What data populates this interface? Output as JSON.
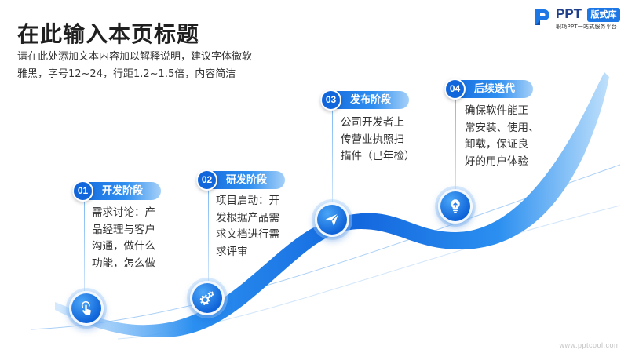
{
  "title": "在此输入本页标题",
  "subtitle_lines": [
    "请在此处添加文本内容加以解释说明，建议字体微软",
    "雅黑，字号12~24，行距1.2~1.5倍，内容简洁"
  ],
  "logo": {
    "mark_icon": "ppt-logo-mark-icon",
    "text": "PPT",
    "badge": "版式库",
    "tagline": "职场PPT一站式服务平台"
  },
  "steps": [
    {
      "number": "01",
      "label": "开发阶段",
      "lines": [
        "需求讨论：产",
        "品经理与客户",
        "沟通，做什么",
        "功能，怎么做"
      ],
      "icon": "hand-tap-icon"
    },
    {
      "number": "02",
      "label": "研发阶段",
      "lines": [
        "项目启动：开",
        "发根据产品需",
        "求文档进行需",
        "求评审"
      ],
      "icon": "gears-icon"
    },
    {
      "number": "03",
      "label": "发布阶段",
      "lines": [
        "公司开发者上",
        "传营业执照扫",
        "描件（已年检）"
      ],
      "icon": "paper-plane-icon"
    },
    {
      "number": "04",
      "label": "后续迭代",
      "lines": [
        "确保软件能正",
        "常安装、使用、",
        "卸载，保证良",
        "好的用户体验"
      ],
      "icon": "lightbulb-icon"
    }
  ],
  "watermark": "www.pptcool.com",
  "colors": {
    "accent": "#1670e0",
    "accent_light": "#2f8ff0",
    "title": "#1f1f1f",
    "text": "#333333"
  }
}
